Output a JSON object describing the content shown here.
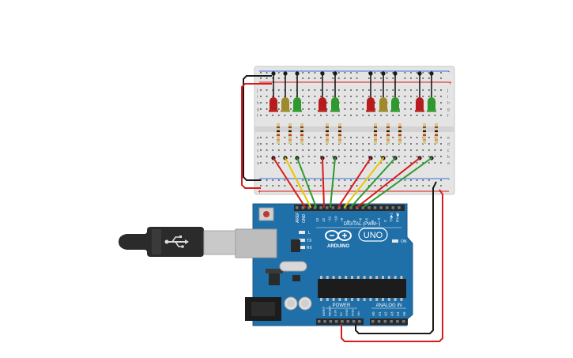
{
  "board": {
    "brand": "ARDUINO",
    "model": "UNO",
    "digital_header": "DIGITAL (PWM~)",
    "power_label": "POWER",
    "analog_label": "ANALOG IN",
    "on_label": "ON",
    "aref": "AREF",
    "gnd": "GND",
    "tx": "TX",
    "rx": "RX",
    "l": "L",
    "digital_pins": [
      "13",
      "12",
      "~11",
      "~10",
      "~9",
      "8",
      "7",
      "~6",
      "~5",
      "4",
      "~3",
      "2",
      "TX▶1",
      "RX◀0"
    ],
    "power_pins": [
      "IOREF",
      "RESET",
      "3.3V",
      "5V",
      "GND",
      "GND",
      "Vin"
    ],
    "analog_pins": [
      "A0",
      "A1",
      "A2",
      "A3",
      "A4",
      "A5"
    ]
  },
  "breadboard": {
    "rail_plus": "+",
    "rail_minus": "-",
    "row_letters_top": [
      "j",
      "i",
      "h",
      "g",
      "f"
    ],
    "row_letters_bottom": [
      "e",
      "d",
      "c",
      "b",
      "a"
    ]
  },
  "leds": [
    {
      "color": "#b71c1c"
    },
    {
      "color": "#9e8a2b"
    },
    {
      "color": "#2e9a2e"
    },
    {
      "color": "#b71c1c"
    },
    {
      "color": "#2e9a2e"
    },
    {
      "color": "#b71c1c"
    },
    {
      "color": "#9e8a2b"
    },
    {
      "color": "#2e9a2e"
    },
    {
      "color": "#b71c1c"
    },
    {
      "color": "#2e9a2e"
    }
  ],
  "wires": [
    {
      "color": "#d81b1b"
    },
    {
      "color": "#e6c800"
    },
    {
      "color": "#2e9a2e"
    },
    {
      "color": "#d81b1b"
    },
    {
      "color": "#2e9a2e"
    },
    {
      "color": "#d81b1b"
    },
    {
      "color": "#e6c800"
    },
    {
      "color": "#2e9a2e"
    },
    {
      "color": "#d81b1b"
    },
    {
      "color": "#2e9a2e"
    }
  ],
  "colors": {
    "board": "#1f6fa8",
    "breadboard": "#e4e4e4",
    "rail_red": "#d81b1b",
    "rail_blue": "#3a6fd8",
    "usb_cable": "#2b2b2b"
  }
}
